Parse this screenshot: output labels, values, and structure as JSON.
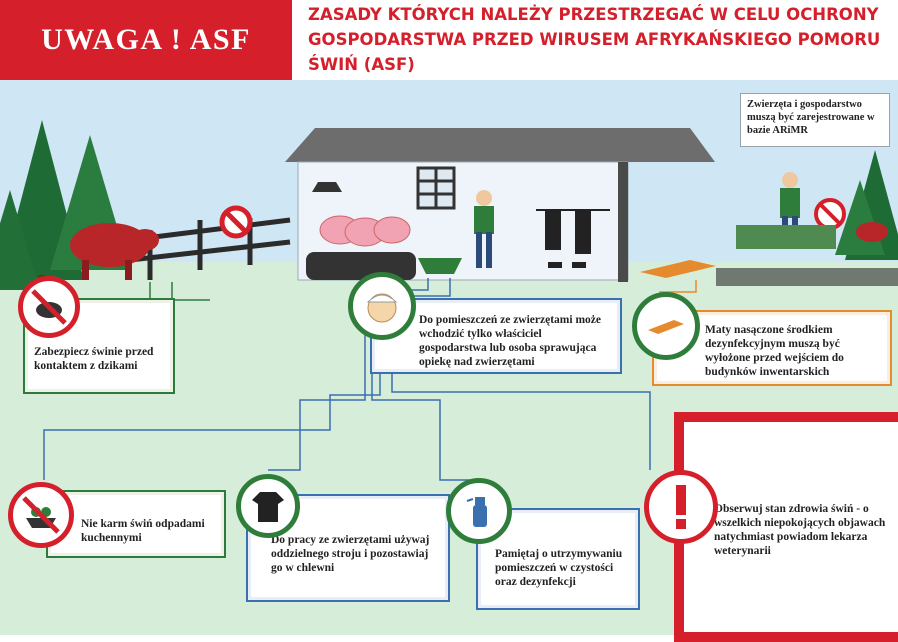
{
  "header": {
    "warning_label": "UWAGA ! ASF",
    "headline": "ZASADY KTÓRYCH NALEŻY PRZESTRZEGAĆ W CELU OCHRONY GOSPODARSTWA PRZED WIRUSEM AFRYKAŃSKIEGO POMORU ŚWIŃ (ASF)"
  },
  "notes": {
    "registration": "Zwierzęta i gospodarstwo muszą być zarejestrowane w bazie ARiMR",
    "wild_boar": "Zabezpiecz świnie przed kontaktem z dzikami",
    "access": "Do pomieszczeń ze zwierzętami może wchodzić tylko właściciel gospodarstwa lub osoba sprawująca opiekę nad zwierzętami",
    "mats": "Maty nasączone środkiem dezynfekcyjnym muszą być wyłożone przed wejściem do budynków inwentarskich",
    "feeding": "Nie karm świń odpadami kuchennymi",
    "clothing": "Do pracy ze zwierzętami używaj oddzielnego stroju i pozostawiaj go w chlewni",
    "cleanliness": "Pamiętaj o utrzymywaniu pomieszczeń w czystości oraz dezynfekcji",
    "health": "Obserwuj stan zdrowia świń - o wszelkich niepokojących objawach natychmiast powiadom lekarza weterynarii"
  },
  "icons": [
    "no-boar-icon",
    "farmer-face-icon",
    "mat-icon",
    "no-kitchen-waste-icon",
    "shirt-icon",
    "disinfectant-spray-icon",
    "exclamation-icon"
  ],
  "colors": {
    "red": "#d5202c",
    "green": "#2f7d3b",
    "blue": "#3a6fb0",
    "orange": "#e68a2e"
  }
}
